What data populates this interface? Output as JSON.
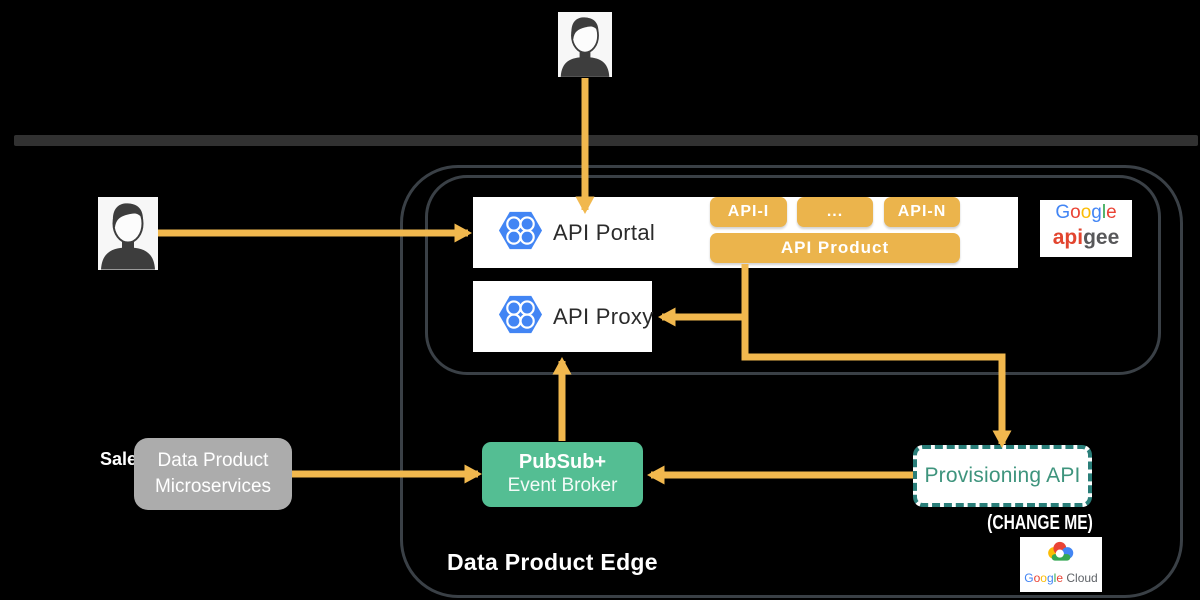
{
  "colors": {
    "background": "#000000",
    "arrow_yellow": "#F1B84E",
    "button_yellow": "#EBB44C",
    "pubsub_green": "#54BE93",
    "provisioning_border_teal": "#2A7E79",
    "provisioning_text_green": "#3E947D",
    "microservices_gray": "#ACACAC",
    "hexagon_blue": "#4285F4",
    "divider_bar_dark": "#313131",
    "container_border": "#3A4046"
  },
  "icons": {
    "top_actor": "user-avatar-icon",
    "left_actor": "user-avatar-icon",
    "api_portal_icon": "api-hexagon-icon",
    "api_proxy_icon": "api-hexagon-icon",
    "cloud_icon": "google-cloud-icon"
  },
  "nodes": {
    "api_portal": {
      "label": "API Portal"
    },
    "api_proxy": {
      "label": "API Proxy"
    },
    "api_items": [
      {
        "label": "API-I"
      },
      {
        "label": "..."
      },
      {
        "label": "API-N"
      }
    ],
    "api_product": {
      "label": "API Product"
    },
    "pubsub": {
      "title": "PubSub+",
      "subtitle": "Event Broker"
    },
    "microservices": {
      "line1": "Data Product",
      "line2": "Microservices"
    },
    "provisioning": {
      "label": "Provisioning API",
      "note": "(CHANGE ME)"
    }
  },
  "labels": {
    "edge_container": "Data Product Edge",
    "clipped_left_text": "Sale"
  },
  "logos": {
    "google": [
      {
        "t": "G",
        "c": "#4285F4"
      },
      {
        "t": "o",
        "c": "#EA4335"
      },
      {
        "t": "o",
        "c": "#FBBC05"
      },
      {
        "t": "g",
        "c": "#4285F4"
      },
      {
        "t": "l",
        "c": "#34A853"
      },
      {
        "t": "e",
        "c": "#EA4335"
      }
    ],
    "apigee": [
      {
        "t": "api",
        "c": "#E2452F"
      },
      {
        "t": "gee",
        "c": "#58585A"
      }
    ],
    "google_cloud": [
      {
        "t": "G",
        "c": "#4285F4"
      },
      {
        "t": "o",
        "c": "#EA4335"
      },
      {
        "t": "o",
        "c": "#FBBC05"
      },
      {
        "t": "g",
        "c": "#4285F4"
      },
      {
        "t": "l",
        "c": "#34A853"
      },
      {
        "t": "e",
        "c": "#EA4335"
      },
      {
        "t": " Cloud",
        "c": "#5F6368"
      }
    ]
  }
}
